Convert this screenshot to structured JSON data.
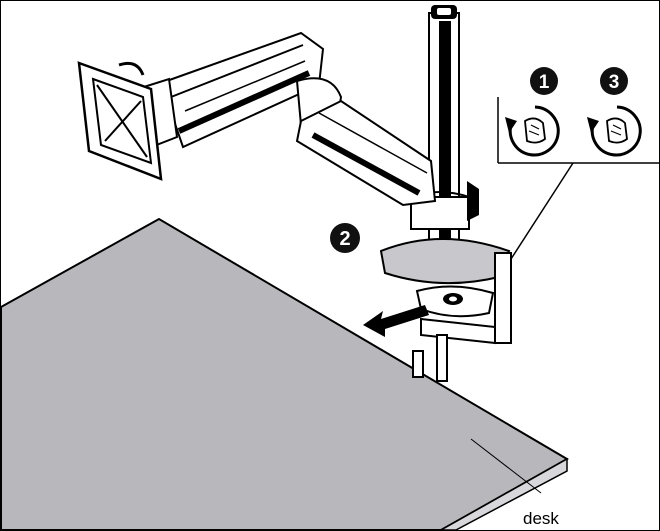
{
  "callouts": {
    "step1": "1",
    "step2": "2",
    "step3": "3"
  },
  "labels": {
    "desk": "desk"
  },
  "colors": {
    "desk_fill": "#b8b8bc",
    "desk_edge": "#d4d4d8",
    "line": "#000000",
    "badge": "#111111"
  },
  "icons": {
    "rotate_ccw": "rotate-counterclockwise-hand-icon",
    "pull_arrow": "pull-direction-arrow-icon"
  }
}
